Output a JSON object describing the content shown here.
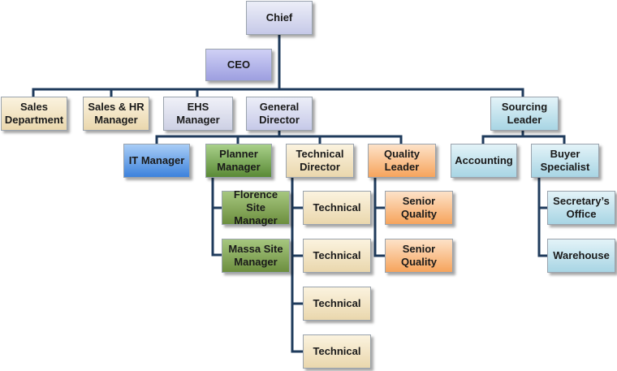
{
  "nodes": {
    "chief": "Chief",
    "ceo": "CEO",
    "sales_department": "Sales Department",
    "sales_hr_manager": "Sales & HR Manager",
    "ehs_manager": "EHS Manager",
    "general_director": "General Director",
    "sourcing_leader": "Sourcing Leader",
    "it_manager": "IT Manager",
    "planner_manager": "Planner Manager",
    "technical_director": "Technical Director",
    "quality_leader": "Quality Leader",
    "accounting": "Accounting",
    "buyer_specialist": "Buyer Specialist",
    "florence_site_manager": "Florence Site Manager",
    "massa_site_manager": "Massa Site Manager",
    "technical_1": "Technical",
    "technical_2": "Technical",
    "technical_3": "Technical",
    "technical_4": "Technical",
    "senior_quality_1": "Senior Quality",
    "senior_quality_2": "Senior Quality",
    "secretarys_office": "Secretary’s Office",
    "warehouse": "Warehouse"
  },
  "colors": {
    "connector": "#1f3b5c",
    "lavender": "#c6c9e8",
    "purple": "#9d9fe0",
    "beige": "#ead7ad",
    "cyan": "#a8d5e4",
    "blue": "#3d82dc",
    "green": "#5a8a36",
    "orange": "#f6a45c"
  }
}
